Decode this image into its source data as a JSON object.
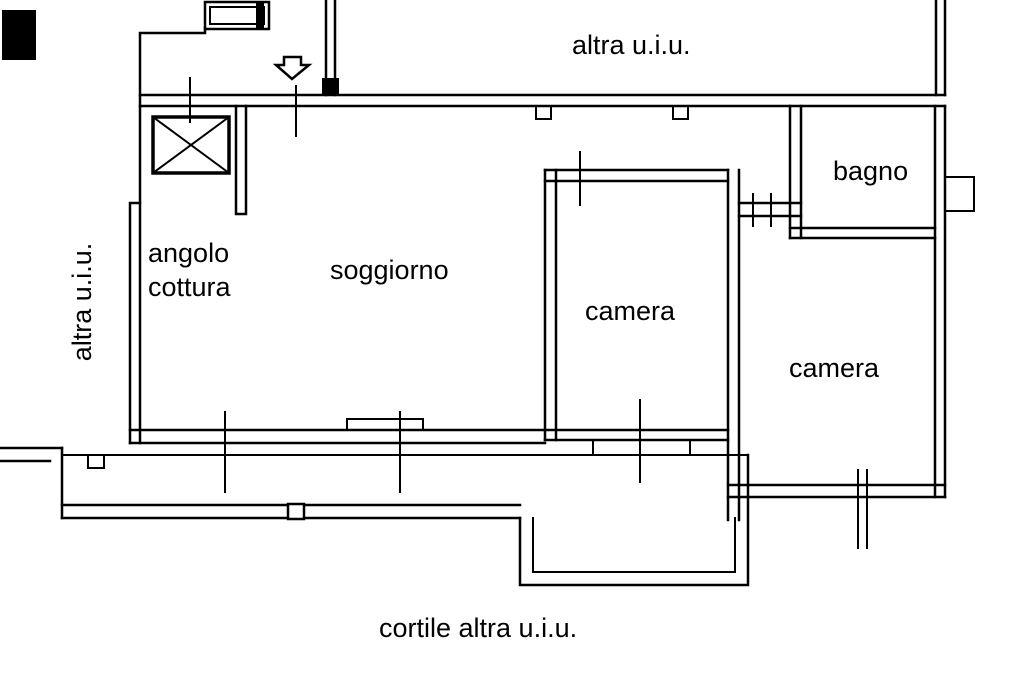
{
  "colors": {
    "line": "#000000",
    "background": "#ffffff"
  },
  "plan": {
    "neighbor_top": "altra u.i.u.",
    "neighbor_left": "altra u.i.u.",
    "bathroom": "bagno",
    "kitchenette_line1": "angolo",
    "kitchenette_line2": "cottura",
    "living_room": "soggiorno",
    "bedroom_left": "camera",
    "bedroom_right": "camera",
    "courtyard": "cortile altra u.i.u."
  }
}
